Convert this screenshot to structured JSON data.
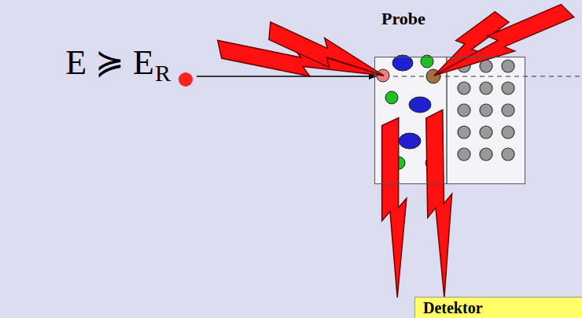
{
  "diagram": {
    "nodes": [
      {
        "text": [
          "Probe"
        ]
      },
      {
        "text": [
          "Detektor"
        ]
      }
    ],
    "labels": [
      "E ≽ E",
      "R"
    ]
  }
}
